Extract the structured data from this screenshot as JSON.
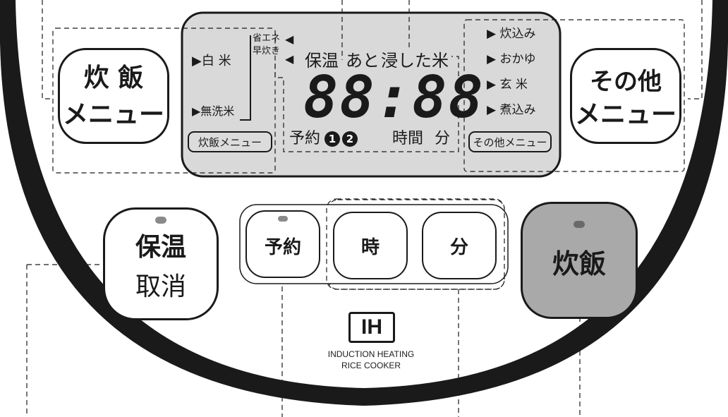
{
  "colors": {
    "body": "#1a1a1a",
    "panel": "#d9d9d9",
    "cook_button": "#a9a9a9",
    "led": "#8a8a8a"
  },
  "left_menu_button": {
    "line1": "炊 飯",
    "line2": "メニュー"
  },
  "right_menu_button": {
    "line1": "その他",
    "line2": "メニュー"
  },
  "lcd": {
    "rice_menu": {
      "white_rice": "▶白 米",
      "musenmai": "▶無洗米",
      "eco": "省エネ",
      "quick": "早炊き",
      "label": "炊飯メニュー"
    },
    "status_labels": [
      "保温",
      "あと",
      "浸した米"
    ],
    "digits": "88:88",
    "reserve": "予約",
    "reserve_slots": [
      "1",
      "2"
    ],
    "hour_unit": "時間",
    "minute_unit": "分",
    "other_menu": {
      "items": [
        "▶ 炊込み",
        "▶ おかゆ",
        "▶ 玄 米",
        "▶ 煮込み"
      ],
      "label": "その他メニュー"
    }
  },
  "buttons": {
    "keep_warm": {
      "top": "保温",
      "bottom": "取消"
    },
    "reserve": "予約",
    "hour": "時",
    "minute": "分",
    "cook": "炊飯"
  },
  "logo": {
    "mark": "IH",
    "line1": "INDUCTION HEATING",
    "line2": "RICE COOKER"
  },
  "icons": [
    "triangle-right-icon",
    "triangle-left-icon",
    "led-indicator-icon"
  ]
}
